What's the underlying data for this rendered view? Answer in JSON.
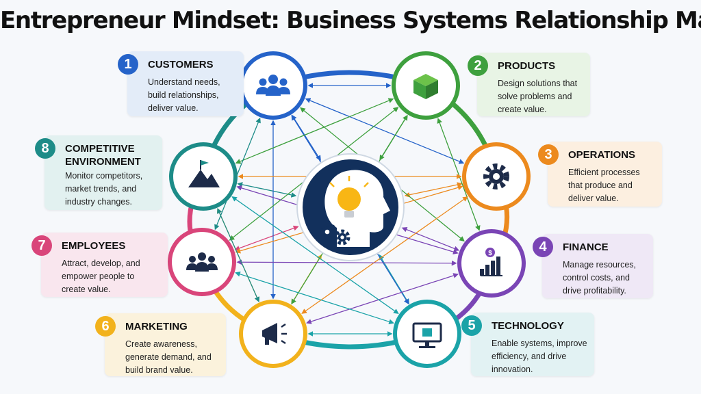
{
  "title": "Entrepreneur Mindset: Business Systems Relationship Map",
  "center": {
    "icon": "lightbulb-head-gears-icon",
    "color": "#12305c"
  },
  "nodes": [
    {
      "number": "1",
      "title": "CUSTOMERS",
      "desc": [
        "Understand needs,",
        "build relationships,",
        "deliver value."
      ],
      "color": "#2563c9",
      "bg": "#e3ecf8",
      "icon": "people-group-icon"
    },
    {
      "number": "2",
      "title": "PRODUCTS",
      "desc": [
        "Design solutions that",
        "solve problems and",
        "create value."
      ],
      "color": "#3ea03e",
      "bg": "#e8f4e5",
      "icon": "product-box-icon"
    },
    {
      "number": "3",
      "title": "OPERATIONS",
      "desc": [
        "Efficient processes",
        "that produce and",
        "deliver value."
      ],
      "color": "#ec8a1e",
      "bg": "#fcefe0",
      "icon": "gear-icon"
    },
    {
      "number": "4",
      "title": "FINANCE",
      "desc": [
        "Manage resources,",
        "control costs, and",
        "drive profitability."
      ],
      "color": "#7a45b5",
      "bg": "#efe8f6",
      "icon": "finance-chart-icon"
    },
    {
      "number": "5",
      "title": "TECHNOLOGY",
      "desc": [
        "Enable systems, improve",
        "efficiency, and drive",
        "innovation."
      ],
      "color": "#1ba3a8",
      "bg": "#e2f2f3",
      "icon": "computer-chip-icon"
    },
    {
      "number": "6",
      "title": "MARKETING",
      "desc": [
        "Create awareness,",
        "generate demand, and",
        "build brand value."
      ],
      "color": "#f2b21c",
      "bg": "#fbf2dc",
      "icon": "megaphone-icon"
    },
    {
      "number": "7",
      "title": "EMPLOYEES",
      "desc": [
        "Attract, develop, and",
        "empower people to",
        "create value."
      ],
      "color": "#d9457a",
      "bg": "#f9e6ee",
      "icon": "employees-icon"
    },
    {
      "number": "8",
      "title": "COMPETITIVE ENVIRONMENT",
      "title_lines": [
        "COMPETITIVE",
        "ENVIRONMENT"
      ],
      "desc": [
        "Monitor competitors,",
        "market trends, and",
        "industry changes."
      ],
      "color": "#1d8c88",
      "bg": "#e2f1f0",
      "icon": "mountain-flag-icon"
    }
  ]
}
